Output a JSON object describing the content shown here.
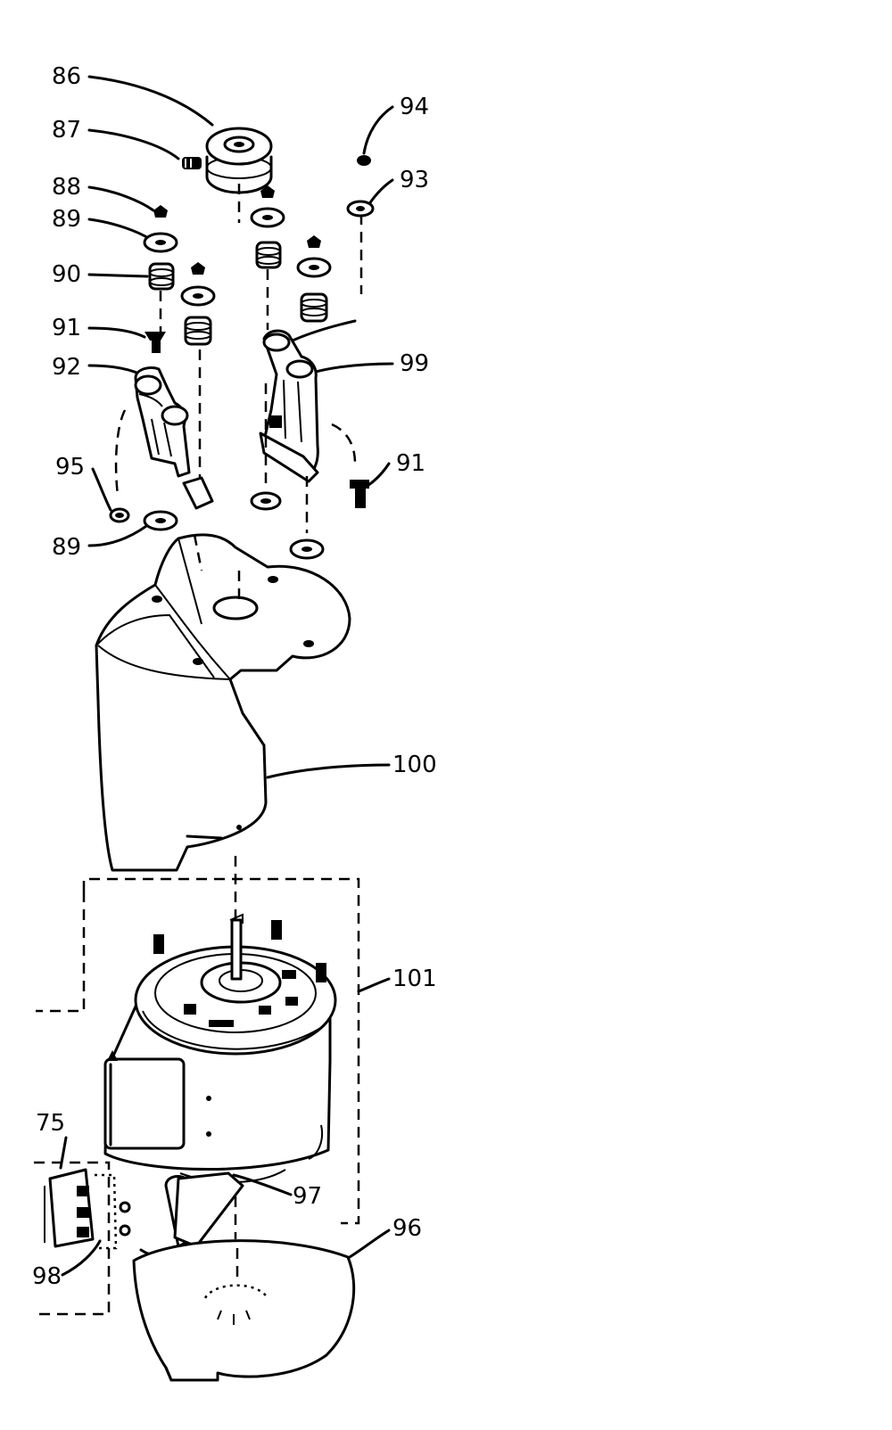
{
  "labels": {
    "l86": "86",
    "l87": "87",
    "l88": "88",
    "l89a": "89",
    "l90": "90",
    "l91a": "91",
    "l92": "92",
    "l95": "95",
    "l89b": "89",
    "l94": "94",
    "l93": "93",
    "l99": "99",
    "l91b": "91",
    "l100": "100",
    "l101": "101",
    "l75": "75",
    "l97": "97",
    "l98": "98",
    "l96": "96"
  }
}
